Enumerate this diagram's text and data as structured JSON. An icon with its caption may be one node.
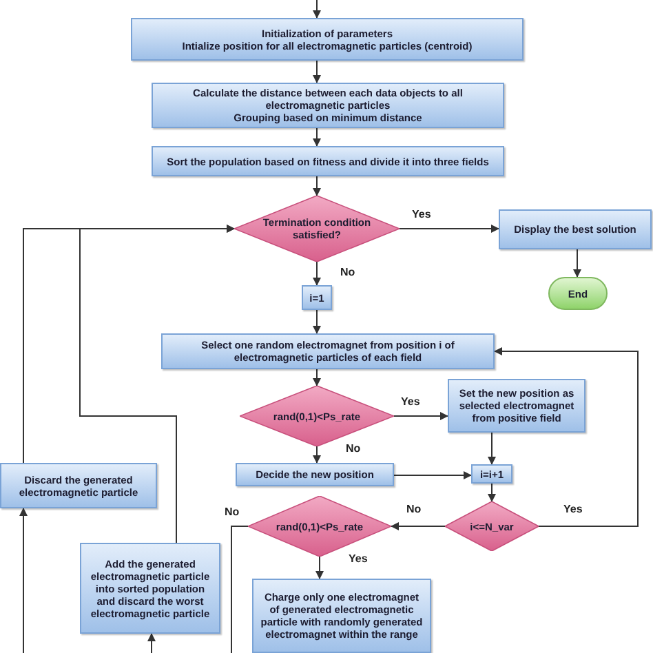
{
  "diagram": {
    "nodes": [
      {
        "text": [
          "Initialization of parameters",
          "Intialize position for all electromagnetic particles (centroid)"
        ]
      },
      {
        "text": [
          "Calculate the distance between each data objects to all electromagnetic particles",
          "Grouping based on minimum distance"
        ]
      },
      {
        "text": [
          "Sort the population based on fitness and divide it into three fields"
        ]
      },
      {
        "text": [
          "Termination condition satisfied?"
        ]
      },
      {
        "text": [
          "Display the best solution"
        ]
      },
      {
        "text": [
          "End"
        ]
      },
      {
        "text": [
          "i=1"
        ]
      },
      {
        "text": [
          "Select one random electromagnet from position i of electromagnetic particles of each field"
        ]
      },
      {
        "text": [
          "rand(0,1)<Ps_rate"
        ]
      },
      {
        "text": [
          "Set the new position as selected electromagnet from positive field"
        ]
      },
      {
        "text": [
          "Decide the new position"
        ]
      },
      {
        "text": [
          "i=i+1"
        ]
      },
      {
        "text": [
          "i<=N_var"
        ]
      },
      {
        "text": [
          "rand(0,1)<Ps_rate"
        ]
      },
      {
        "text": [
          "Charge only one electromagnet of generated electromagnetic particle with randomly generated electromagnet within the range"
        ]
      },
      {
        "text": [
          "Discard the generated electromagnetic particle"
        ]
      },
      {
        "text": [
          "Add the generated electromagnetic particle into sorted population and discard the worst electromagnetic particle"
        ]
      }
    ],
    "edges": [
      {
        "from": null,
        "to": 0,
        "arrow": "to"
      },
      {
        "from": 0,
        "to": 1,
        "arrow": "to"
      },
      {
        "from": 1,
        "to": 2,
        "arrow": "to"
      },
      {
        "from": 2,
        "to": 3,
        "arrow": "to"
      },
      {
        "from": 3,
        "to": 4,
        "arrow": "to",
        "label": "Yes"
      },
      {
        "from": 4,
        "to": 5,
        "arrow": "to"
      },
      {
        "from": 3,
        "to": 6,
        "arrow": "to",
        "label": "No"
      },
      {
        "from": 6,
        "to": 7,
        "arrow": "to"
      },
      {
        "from": 7,
        "to": 8,
        "arrow": "to"
      },
      {
        "from": 8,
        "to": 9,
        "arrow": "to",
        "label": "Yes"
      },
      {
        "from": 8,
        "to": 10,
        "arrow": "to",
        "label": "No"
      },
      {
        "from": 9,
        "to": 11,
        "arrow": "to"
      },
      {
        "from": 10,
        "to": 11,
        "arrow": "to"
      },
      {
        "from": 11,
        "to": 12,
        "arrow": "to"
      },
      {
        "from": 12,
        "to": 7,
        "arrow": "to",
        "label": "Yes"
      },
      {
        "from": 12,
        "to": 13,
        "arrow": "to",
        "label": "No"
      },
      {
        "from": 13,
        "to": 14,
        "arrow": "to",
        "label": "Yes"
      },
      {
        "from": 13,
        "to": null,
        "arrow": "none",
        "label": "No"
      },
      {
        "from": 15,
        "to": 3,
        "arrow": "to"
      },
      {
        "from": 16,
        "to": 3,
        "arrow": "to"
      },
      {
        "from": null,
        "to": 15,
        "arrow": "to"
      },
      {
        "from": null,
        "to": 16,
        "arrow": "to"
      }
    ]
  }
}
